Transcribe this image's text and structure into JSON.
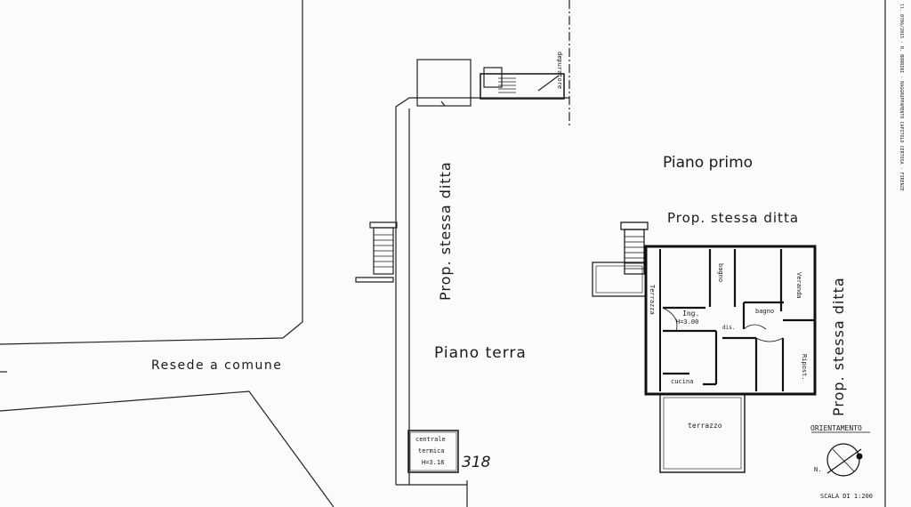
{
  "labels": {
    "piano_primo": "Piano primo",
    "prop_top": "Prop. stessa ditta",
    "prop_vertical_mid": "Prop. stessa ditta",
    "prop_vertical_right": "Prop. stessa ditta",
    "piano_terra": "Piano terra",
    "resede": "Resede a comune",
    "depuratore": "depuratore",
    "terrazza": "Terrazza",
    "bagno_1": "bagno",
    "bagno_2": "bagno",
    "veranda": "Veranda",
    "ingresso": "Ing.",
    "ingresso_h": "H=3.00",
    "dis": "dis.",
    "ripost": "Ripost.",
    "cucina": "cucina",
    "terrazzo": "terrazzo",
    "orientamento": "ORIENTAMENTO",
    "north": "N.",
    "centrale_1": "centrale",
    "centrale_2": "termica",
    "centrale_h": "H=3.18",
    "parcel_number": "318",
    "scala": "SCALA DI 1:200",
    "margin_text": "ll. 0706/2015 · R. BORRINI · RAGGRUPPAMENTO CAPITOLO CERTOSA · FIRENZE"
  }
}
